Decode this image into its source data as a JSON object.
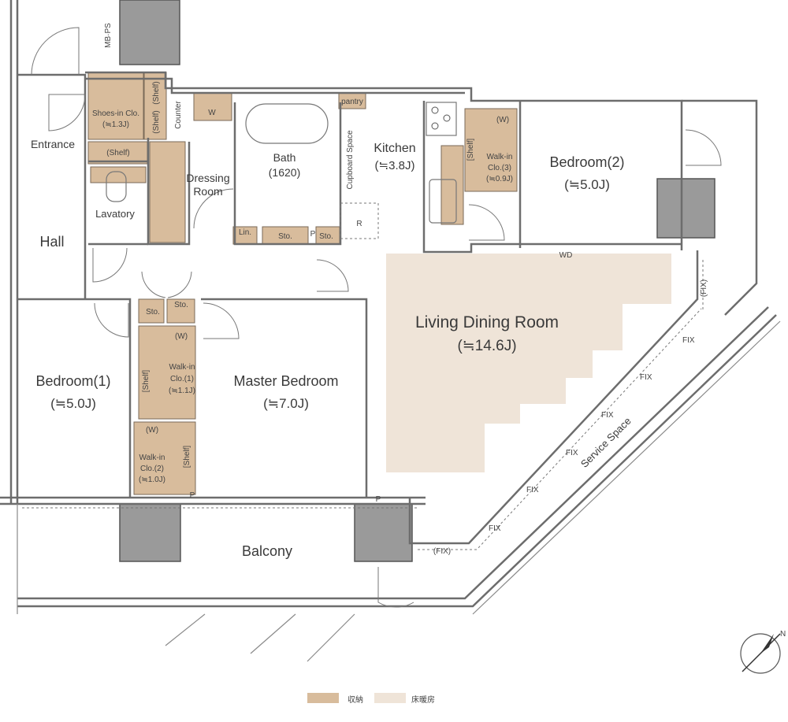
{
  "rooms": {
    "living": {
      "name": "Living Dining Room",
      "size": "(≒14.6J)"
    },
    "master": {
      "name": "Master Bedroom",
      "size": "(≒7.0J)"
    },
    "bedroom1": {
      "name": "Bedroom(1)",
      "size": "(≒5.0J)"
    },
    "bedroom2": {
      "name": "Bedroom(2)",
      "size": "(≒5.0J)"
    },
    "kitchen": {
      "name": "Kitchen",
      "size": "(≒3.8J)"
    },
    "bath": {
      "name": "Bath",
      "size": "(1620)"
    },
    "dressing": {
      "name": "Dressing",
      "name2": "Room"
    },
    "lavatory": "Lavatory",
    "hall": "Hall",
    "entrance": "Entrance",
    "balcony": "Balcony",
    "service_space": "Service Space"
  },
  "storage": {
    "shoes": {
      "name": "Shoes-in Clo.",
      "size": "(≒1.3J)"
    },
    "walkin1": {
      "name": "Walk-in",
      "name2": "Clo.(1)",
      "size": "(≒1.1J)"
    },
    "walkin2": {
      "name": "Walk-in",
      "name2": "Clo.(2)",
      "size": "(≒1.0J)"
    },
    "walkin3": {
      "name": "Walk-in",
      "name2": "Clo.(3)",
      "size": "(≒0.9J)"
    },
    "shelf": "(Shelf)",
    "shelf_bracket": "[Shelf]",
    "sto": "Sto.",
    "lin": "Lin.",
    "w": "W",
    "w_paren": "(W)",
    "counter": "Counter",
    "cupboard": "Cupboard Space",
    "pantry": "pantry",
    "r": "R",
    "p": "P",
    "wd": "WD",
    "mbps": "MB·PS"
  },
  "fix": {
    "fix": "FIX",
    "fix_paren": "(FIX)"
  },
  "compass": {
    "north": "N"
  },
  "legend": [
    {
      "label": "収納",
      "color": "#d8bc9c"
    },
    {
      "label": "床暖房",
      "color": "#efe4d8"
    }
  ]
}
